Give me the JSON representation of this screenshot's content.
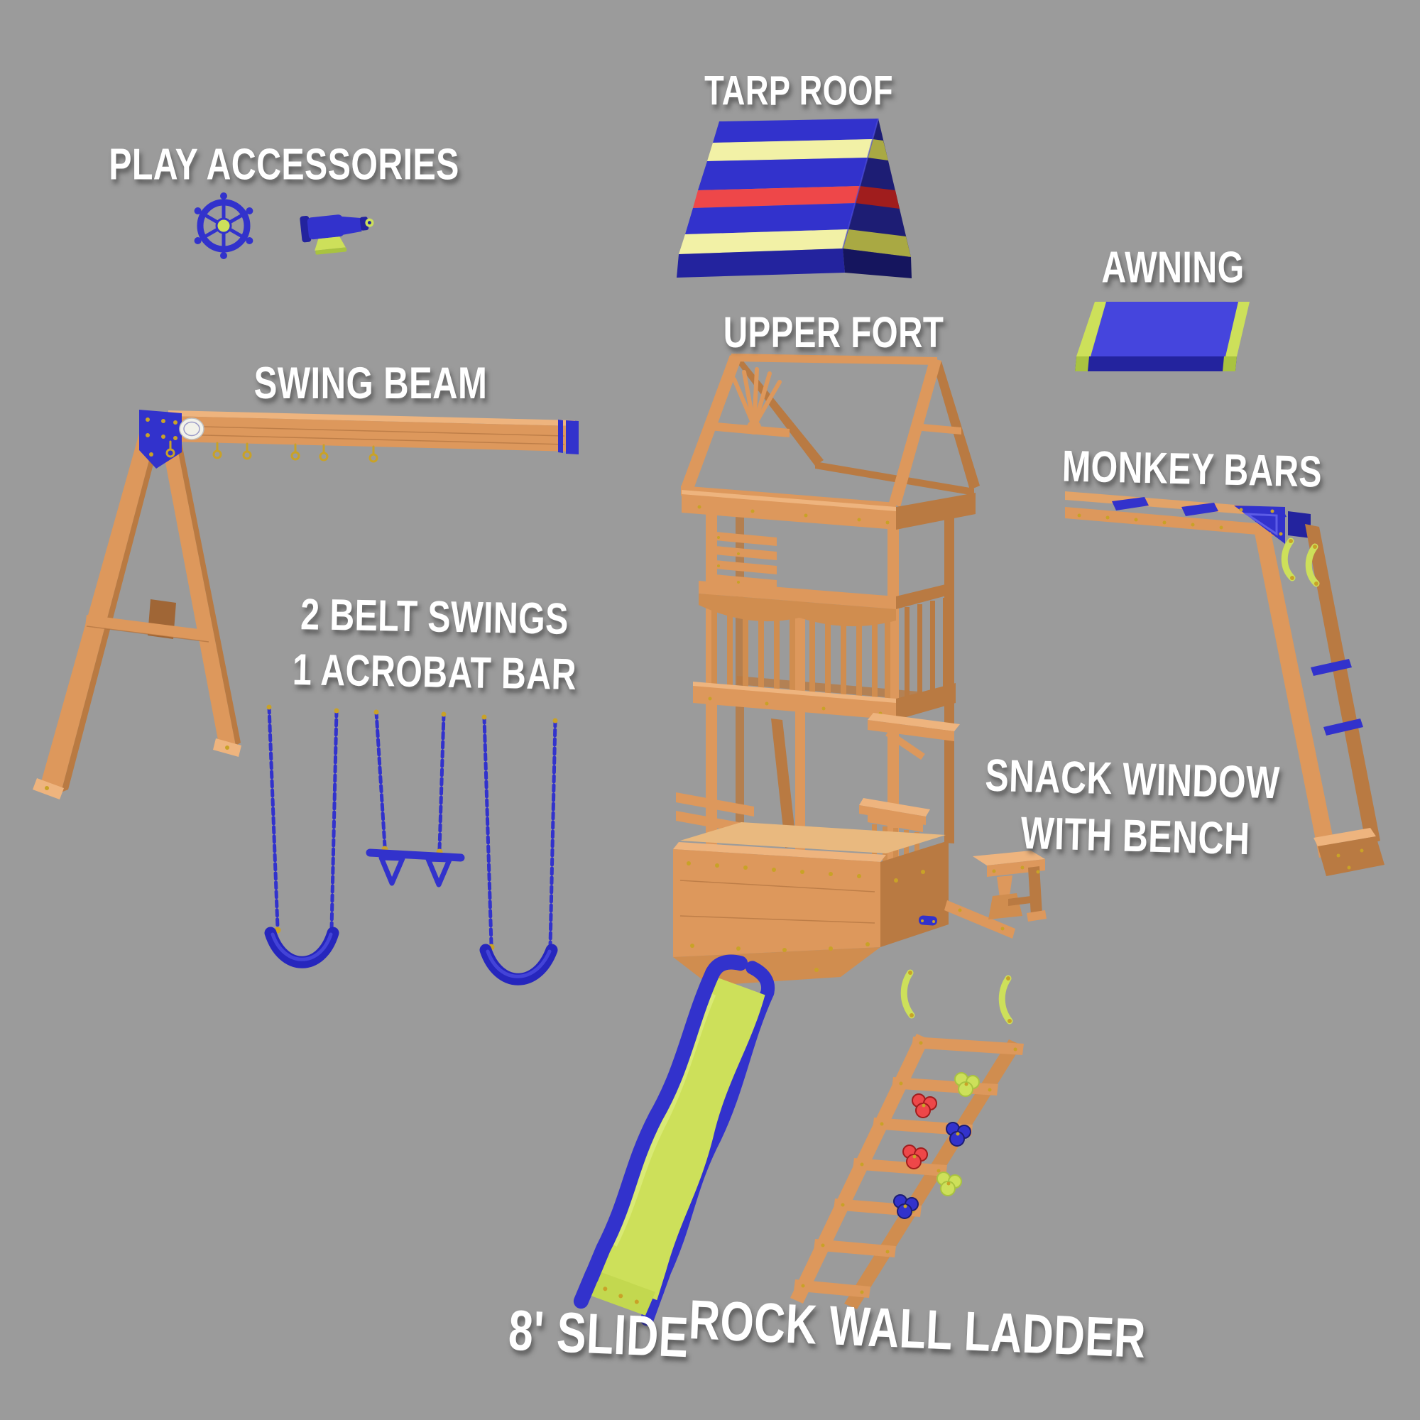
{
  "labels": {
    "tarp_roof": "TARP ROOF",
    "play_accessories": "PLAY ACCESSORIES",
    "awning": "AWNING",
    "swing_beam": "SWING BEAM",
    "upper_fort": "UPPER FORT",
    "monkey_bars": "MONKEY BARS",
    "swings_line1": "2 BELT SWINGS",
    "swings_line2": "1 ACROBAT BAR",
    "snack_line1": "SNACK WINDOW",
    "snack_line2": "WITH BENCH",
    "slide": "8' SLIDE",
    "rock_wall_ladder": "ROCK WALL LADDER"
  },
  "colors": {
    "bg": "#9b9b9b",
    "label": "#ffffff",
    "wood": "#dd985c",
    "wood_light": "#eeb47e",
    "wood_mid": "#d08d4f",
    "wood_dark": "#b97a42",
    "wood_deep": "#a06636",
    "blue": "#3232cc",
    "blue_bright": "#4545dd",
    "blue_dark": "#23239e",
    "navy": "#1d1d74",
    "navy_deep": "#15155e",
    "yellow": "#f2f1a6",
    "olive": "#a9a943",
    "red": "#ee4749",
    "red_dark": "#a01d1d",
    "lime": "#cde05a",
    "lime_dark": "#a9c340",
    "gold": "#c9a227"
  }
}
